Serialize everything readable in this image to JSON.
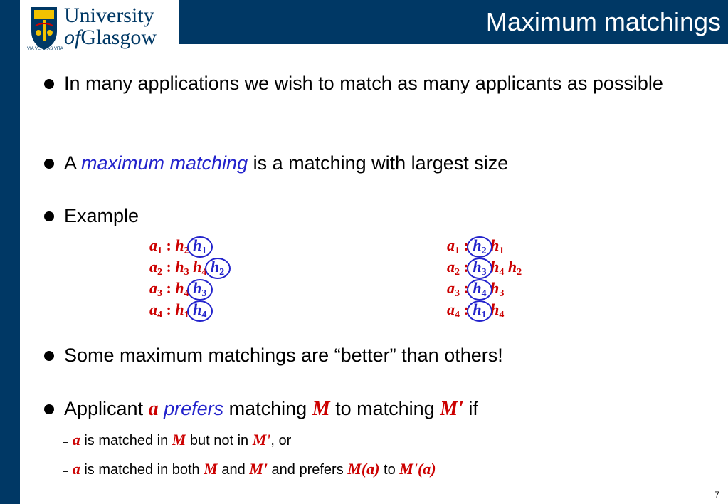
{
  "header": {
    "title": "Maximum matchings",
    "logo": {
      "line1": "University",
      "of": "of",
      "line2": "Glasgow",
      "motto": "VIA VERITAS VITA"
    }
  },
  "bullets": [
    {
      "text": "In many applications we wish to match as many applicants as possible"
    },
    {
      "pre": "A ",
      "em": "maximum matching",
      "post": " is a matching with largest size"
    },
    {
      "text": "Example"
    },
    {
      "text": "Some maximum matchings are “better” than others!"
    },
    {
      "pre": "Applicant ",
      "var1": "a",
      "em": "prefers",
      "mid1": " matching ",
      "var2": "M",
      "mid2": " to matching ",
      "var3": "M'",
      "post": " if"
    }
  ],
  "subitems": [
    {
      "dash": "–",
      "v1": "a",
      "t1": " is matched in ",
      "v2": "M",
      "t2": " but not in ",
      "v3": "M'",
      "t3": ", or"
    },
    {
      "dash": "–",
      "v1": "a",
      "t1": " is matched in both ",
      "v2": "M",
      "t2": " and ",
      "v3": "M'",
      "t3": " and prefers ",
      "v4": "M(a)",
      "t4": " to ",
      "v5": "M'(a)"
    }
  ],
  "example": {
    "left": [
      {
        "a": "a",
        "ai": "1",
        "prefs": [
          {
            "h": "h",
            "i": "2",
            "blue": false
          },
          {
            "h": "h",
            "i": "1",
            "blue": true
          }
        ]
      },
      {
        "a": "a",
        "ai": "2",
        "prefs": [
          {
            "h": "h",
            "i": "3",
            "blue": false
          },
          {
            "h": "h",
            "i": "4",
            "blue": false
          },
          {
            "h": "h",
            "i": "2",
            "blue": true
          }
        ]
      },
      {
        "a": "a",
        "ai": "3",
        "prefs": [
          {
            "h": "h",
            "i": "4",
            "blue": false
          },
          {
            "h": "h",
            "i": "3",
            "blue": true
          }
        ]
      },
      {
        "a": "a",
        "ai": "4",
        "prefs": [
          {
            "h": "h",
            "i": "1",
            "blue": false
          },
          {
            "h": "h",
            "i": "4",
            "blue": true
          }
        ]
      }
    ],
    "right": [
      {
        "a": "a",
        "ai": "1",
        "prefs": [
          {
            "h": "h",
            "i": "2",
            "blue": true
          },
          {
            "h": "h",
            "i": "1",
            "blue": false
          }
        ]
      },
      {
        "a": "a",
        "ai": "2",
        "prefs": [
          {
            "h": "h",
            "i": "3",
            "blue": true
          },
          {
            "h": "h",
            "i": "4",
            "blue": false
          },
          {
            "h": "h",
            "i": "2",
            "blue": false
          }
        ]
      },
      {
        "a": "a",
        "ai": "3",
        "prefs": [
          {
            "h": "h",
            "i": "4",
            "blue": true
          },
          {
            "h": "h",
            "i": "3",
            "blue": false
          }
        ]
      },
      {
        "a": "a",
        "ai": "4",
        "prefs": [
          {
            "h": "h",
            "i": "1",
            "blue": true
          },
          {
            "h": "h",
            "i": "4",
            "blue": false
          }
        ]
      }
    ]
  },
  "page_number": "7",
  "colors": {
    "brand": "#003865",
    "accent_blue": "#2323cc",
    "accent_red": "#cc0000"
  }
}
